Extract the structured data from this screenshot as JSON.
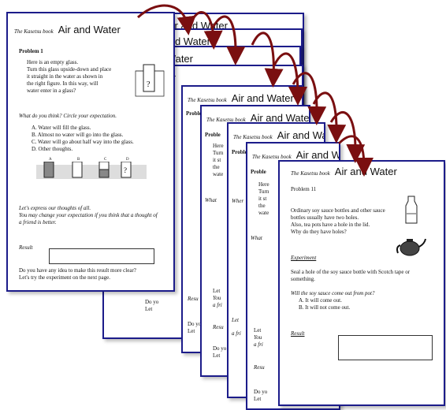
{
  "book": "The Kasetsu book",
  "title": "Air and Water",
  "page1": {
    "problem": "Problem 1",
    "intro": [
      "Here is an empty glass.",
      "Turn this glass upside-down and place",
      "it straight in the water as shown in",
      "the right figure. In this way, will",
      "water enter in a glass?"
    ],
    "ask": "What do you think?   Circle your expectation.",
    "options": [
      "A. Water will fill the glass.",
      "B. Almost no water will go into the glass.",
      "C. Water will go about half way into the glass.",
      "D. Other thoughts."
    ],
    "figure_labels": [
      "A",
      "B",
      "C",
      "D"
    ],
    "discuss": [
      "Let's express our thoughts of all.",
      "You may change your expectation if you think that a thought of",
      "a friend is better."
    ],
    "result": "Result",
    "closing": [
      "Do you have any idea to make this result more clear?",
      "Let's try the experiment on the next page."
    ]
  },
  "stack_fragments": {
    "problem_cut": "Proble",
    "lines": [
      "Here",
      "Turn",
      "it st",
      "the",
      "wate"
    ],
    "what": "What",
    "when": "Wher",
    "do_you": "Do yo",
    "lets": "Let",
    "result": "Resu",
    "you": "You",
    "a_fri": "a fri"
  },
  "page11": {
    "problem": "Problem 11",
    "intro": [
      "Ordinary soy sauce bottles and other sauce",
      "bottles usually have two holes.",
      "Also, tea pots have a hole in the lid.",
      "Why do they have holes?"
    ],
    "experiment": "Experiment",
    "exp_text": [
      "Seal a hole of the soy sauce bottle with Scotch tape or",
      "something."
    ],
    "question": "Will the soy sauce come out from pot?",
    "options": [
      "A. It will come out.",
      "B. It will not come out."
    ],
    "result": "Result"
  }
}
